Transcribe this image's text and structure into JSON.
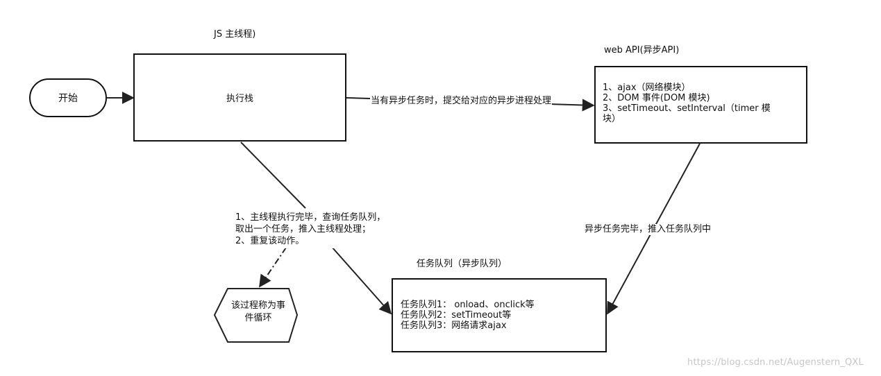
{
  "nodes": {
    "start": "开始",
    "main_thread_title": "JS 主线程)",
    "call_stack": "执行栈",
    "web_api_title": "web API(异步API)",
    "web_api_lines": [
      "1、ajax（网络模块）",
      "2、DOM 事件(DOM 模块)",
      "3、setTimeout、setInterval（timer 模",
      "块）"
    ],
    "queue_title": "任务队列（异步队列）",
    "queue_lines": [
      "任务队列1： onload、onclick等",
      "任务队列2：setTimeout等",
      "任务队列3：网络请求ajax"
    ],
    "event_loop_lines": [
      "该过程称为事",
      "件循环"
    ]
  },
  "edges": {
    "stack_to_webapi": "当有异步任务时，提交给对应的异步进程处理",
    "webapi_to_queue": "异步任务完毕，推入任务队列中",
    "stack_to_queue_lines": [
      "1、主线程执行完毕，查询任务队列，",
      "取出一个任务，推入主线程处理；",
      "2、重复该动作。"
    ]
  },
  "watermark": "https://blog.csdn.net/Augenstern_QXL"
}
